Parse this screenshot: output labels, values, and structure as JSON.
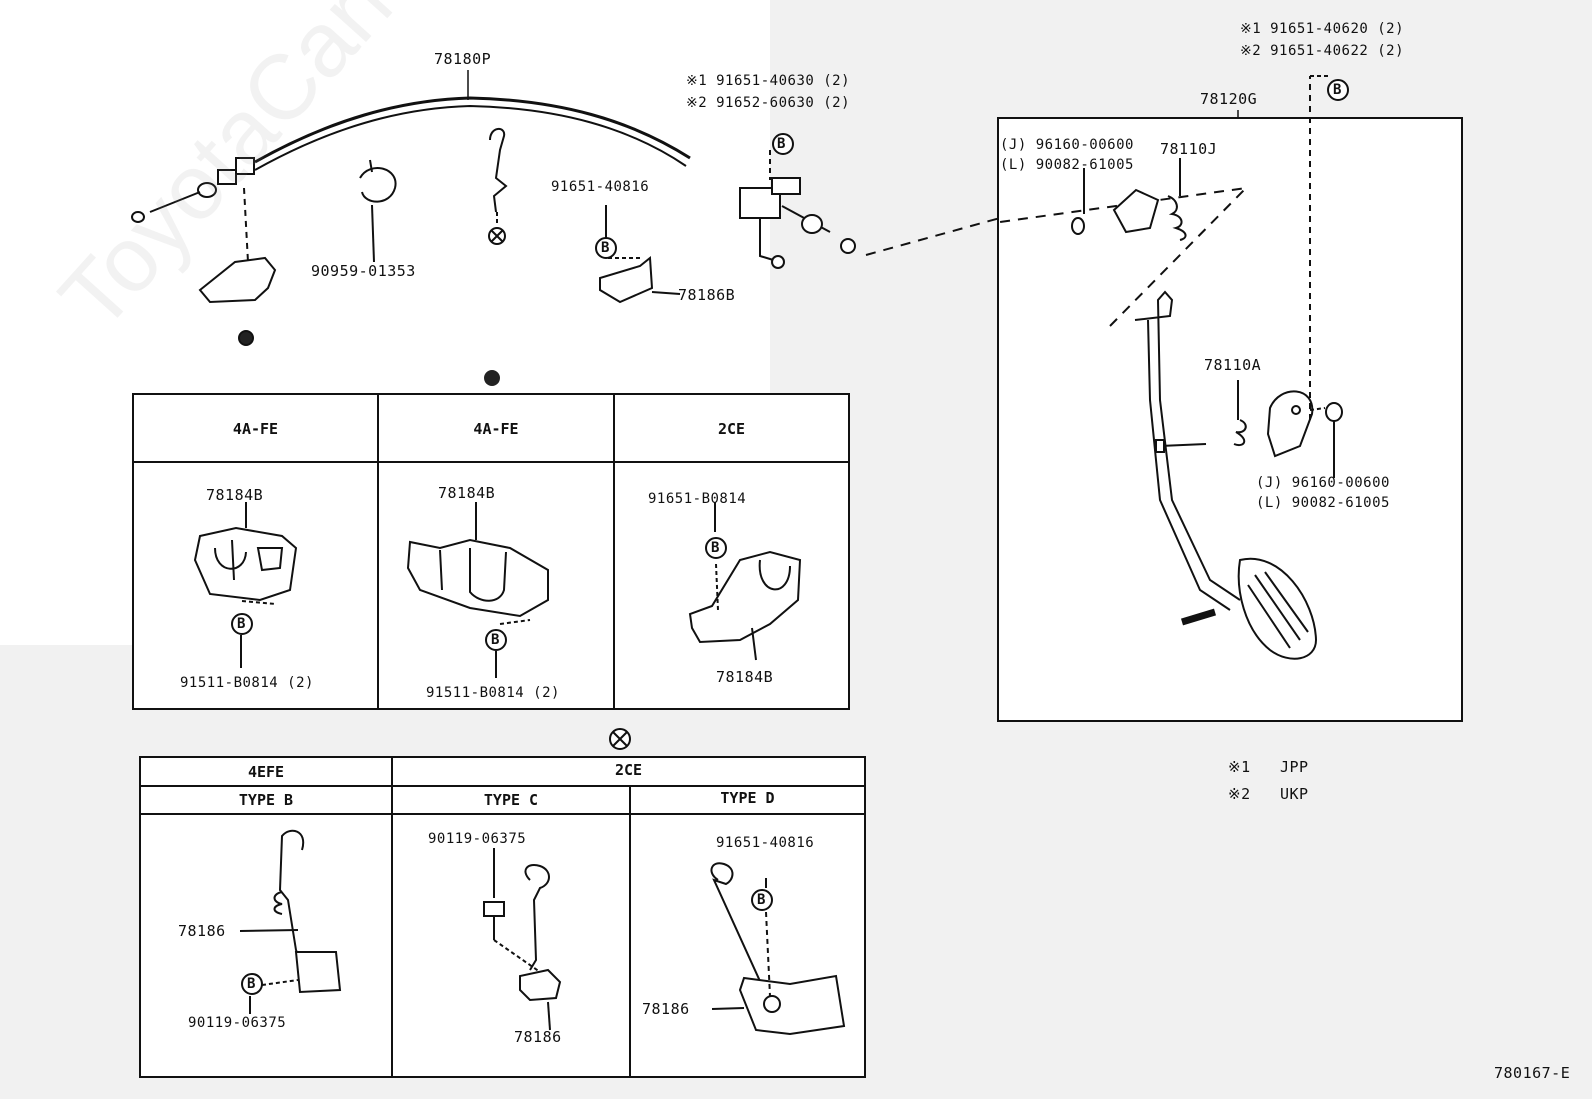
{
  "watermark": "ToyotaCarMine.ru",
  "diagram_code": "780167-E",
  "legend": {
    "note1_mark": "※1",
    "note1_text": "JPP",
    "note2_mark": "※2",
    "note2_text": "UKP"
  },
  "cable": {
    "part": "78180P",
    "clip_part": "90959-01353",
    "bracket_bolt": "91651-40816",
    "bracket_part": "78186B",
    "note_bolt1": "※1 91651-40630 (2)",
    "note_bolt2": "※2 91652-60630 (2)"
  },
  "pedal": {
    "part": "78120G",
    "note_bolt1": "※1 91651-40620 (2)",
    "note_bolt2": "※2 91651-40622 (2)",
    "top_j": "(J) 96160-00600",
    "top_l": "(L) 90082-61005",
    "spring": "78110J",
    "bracket": "78110A",
    "bottom_j": "(J) 96160-00600",
    "bottom_l": "(L) 90082-61005"
  },
  "table_dot": {
    "col1_header": "4A-FE",
    "col2_header": "4A-FE",
    "col3_header": "2CE",
    "col1_part": "78184B",
    "col1_bolt": "91511-B0814 (2)",
    "col2_part": "78184B",
    "col2_bolt": "91511-B0814 (2)",
    "col3_bolt": "91651-B0814",
    "col3_part": "78184B"
  },
  "table_x": {
    "group1": "4EFE",
    "group2": "2CE",
    "type_b": "TYPE  B",
    "type_c": "TYPE  C",
    "type_d": "TYPE  D",
    "b_part": "78186",
    "b_bolt": "90119-06375",
    "c_bolt": "90119-06375",
    "c_part": "78186",
    "d_bolt": "91651-40816",
    "d_part": "78186"
  },
  "symbols": {
    "b_mark": "B"
  }
}
